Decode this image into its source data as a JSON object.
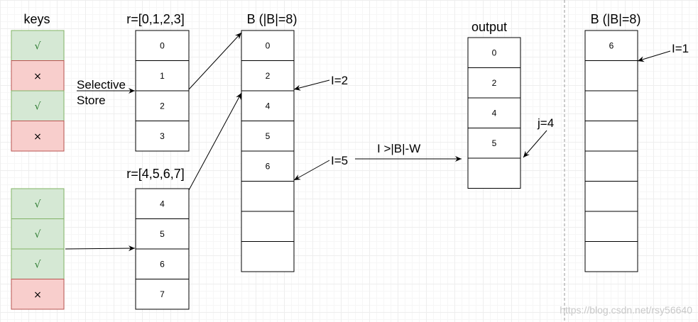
{
  "keys_title": "keys",
  "keys_group1": [
    "√",
    "×",
    "√",
    "×"
  ],
  "keys_group2": [
    "√",
    "√",
    "√",
    "×"
  ],
  "r1_label": "r=[0,1,2,3]",
  "r1_cells": [
    "0",
    "1",
    "2",
    "3"
  ],
  "r2_label": "r=[4,5,6,7]",
  "r2_cells": [
    "4",
    "5",
    "6",
    "7"
  ],
  "selective_store": [
    "Selective",
    "Store"
  ],
  "b1_label": "B (|B|=8)",
  "b1_cells": [
    "0",
    "2",
    "4",
    "5",
    "6",
    "",
    "",
    ""
  ],
  "i2_label": "I=2",
  "i5_label": "I=5",
  "cond_label": "I >|B|-W",
  "output_label": "output",
  "output_cells": [
    "0",
    "2",
    "4",
    "5",
    ""
  ],
  "j4_label": "j=4",
  "b2_label": "B (|B|=8)",
  "b2_cells": [
    "6",
    "",
    "",
    "",
    "",
    "",
    "",
    ""
  ],
  "i1_label": "I=1",
  "watermark": "https://blog.csdn.net/rsy56640",
  "colors": {
    "green_fill": "#d5e8d4",
    "green_stroke": "#82b366",
    "green_text": "#2e7d32",
    "red_fill": "#f8cecc",
    "red_stroke": "#b85450",
    "red_text": "#000000"
  }
}
